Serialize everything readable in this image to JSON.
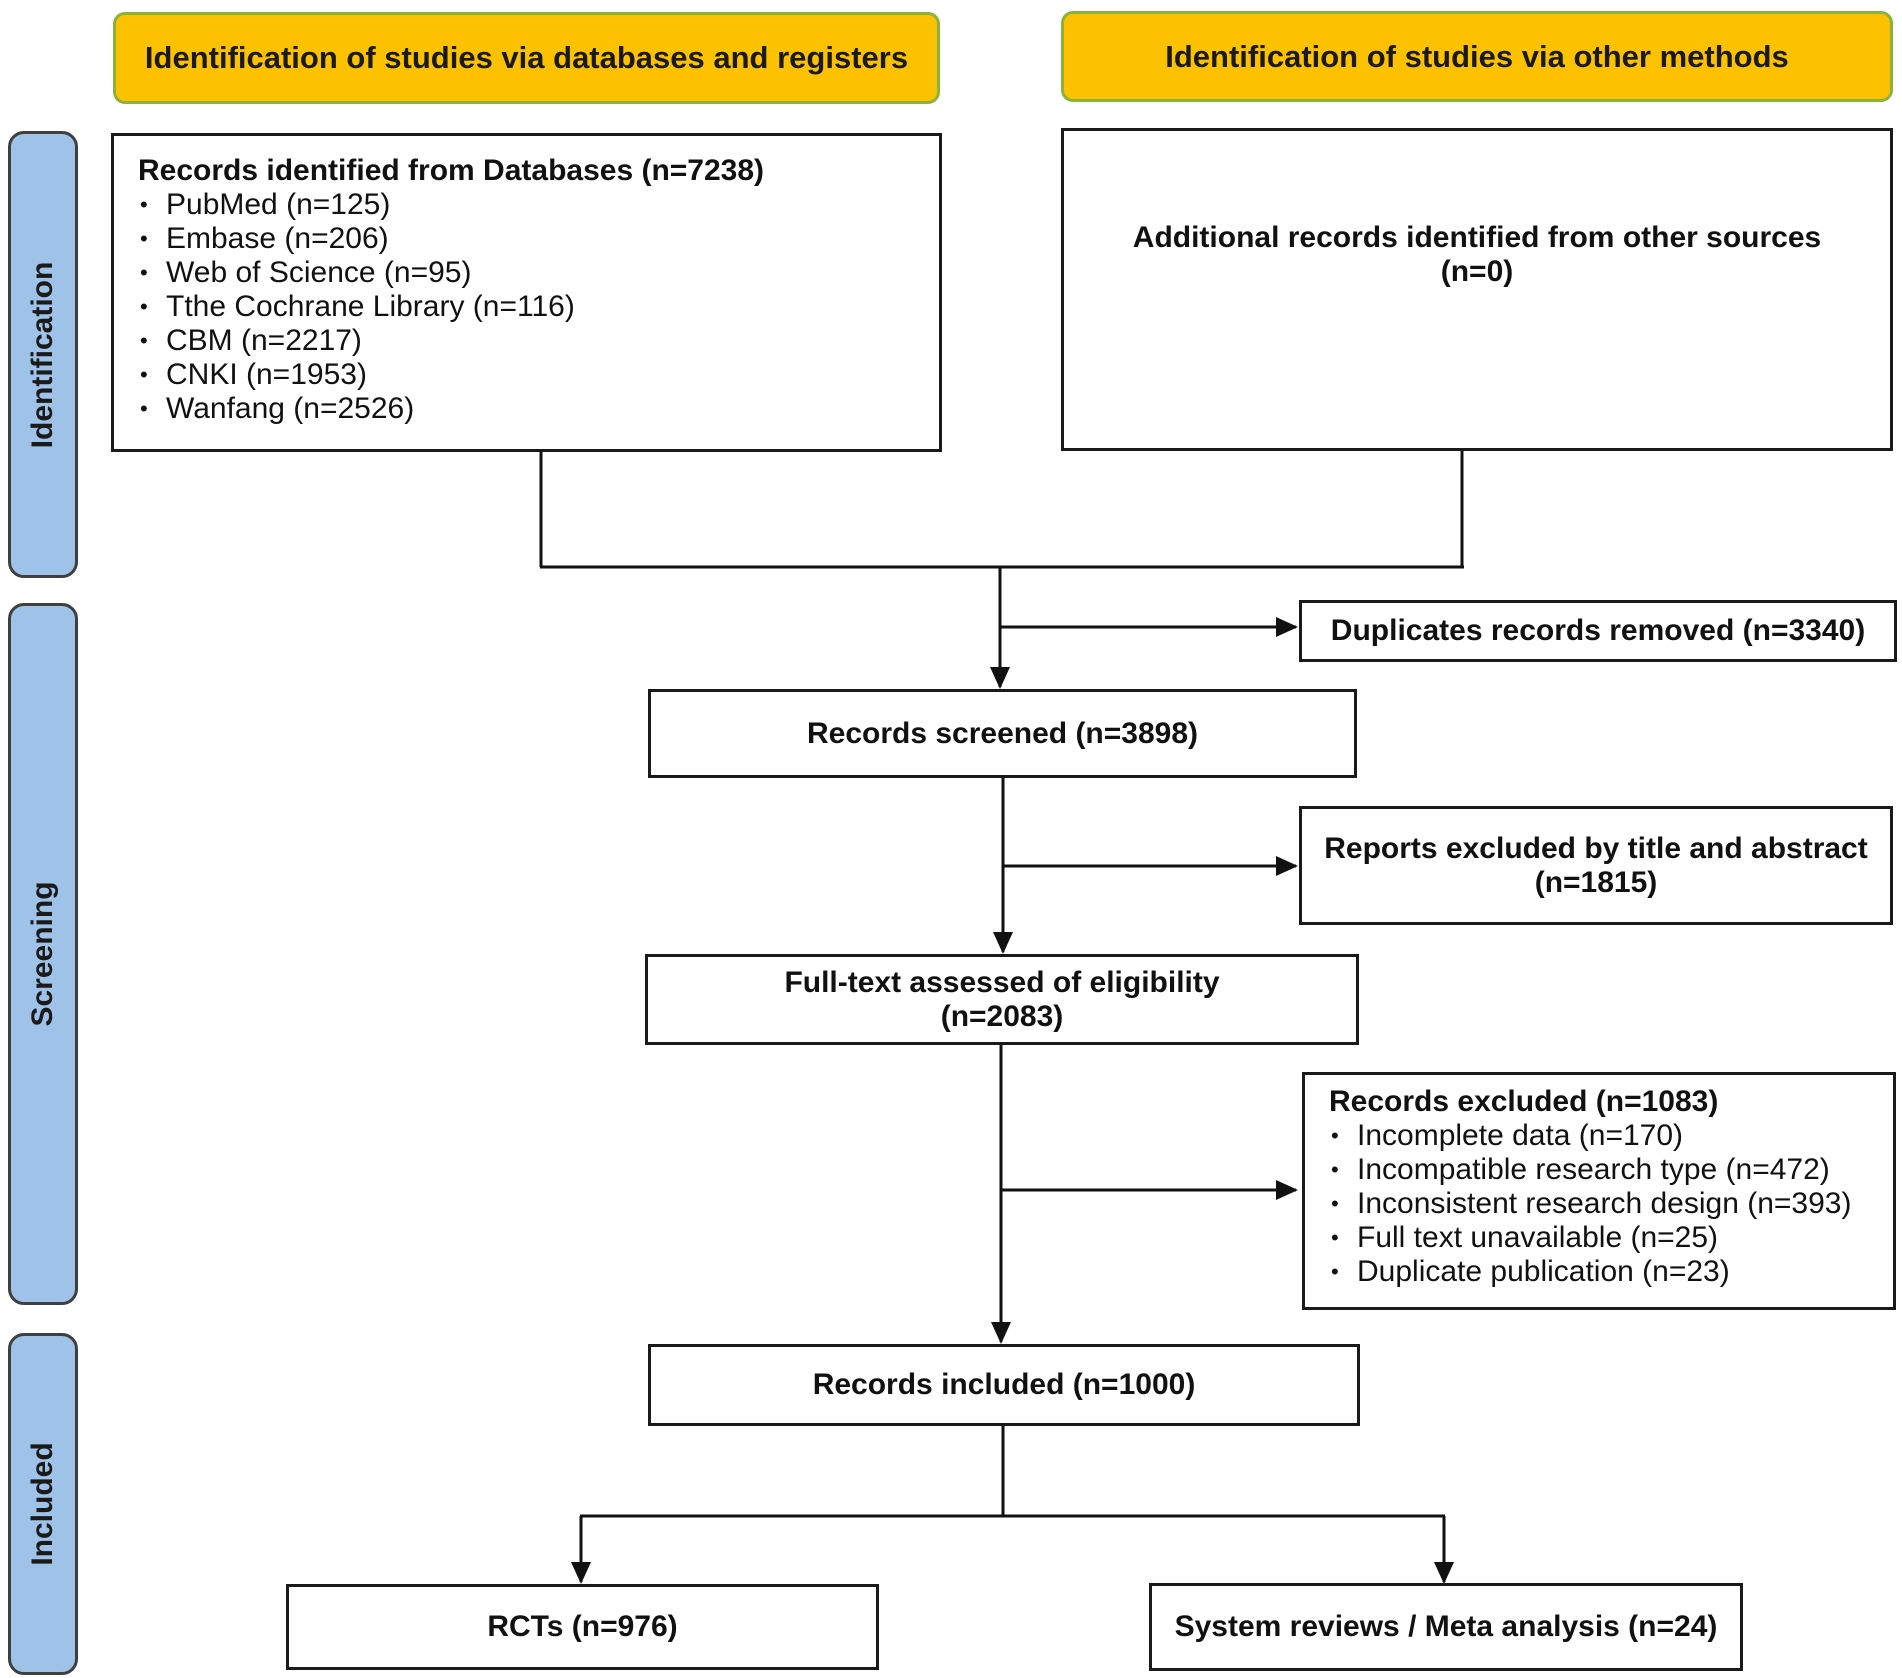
{
  "headers": {
    "databases": "Identification of studies via databases and registers",
    "other": "Identification of studies via other methods"
  },
  "phases": {
    "identification": "Identification",
    "screening": "Screening",
    "included": "Included"
  },
  "db_records": {
    "title": "Records identified from Databases (n=7238)",
    "items": [
      "PubMed (n=125)",
      "Embase (n=206)",
      "Web of Science (n=95)",
      "Tthe Cochrane Library (n=116)",
      "CBM (n=2217)",
      "CNKI (n=1953)",
      "Wanfang (n=2526)"
    ]
  },
  "other_records": {
    "line1": "Additional records identified from other sources",
    "line2": "(n=0)"
  },
  "duplicates": "Duplicates records removed (n=3340)",
  "screened": "Records screened (n=3898)",
  "excluded_title": {
    "line1": "Reports excluded by title and abstract",
    "line2": "(n=1815)"
  },
  "fulltext": {
    "line1": "Full-text assessed of eligibility",
    "line2": "(n=2083)"
  },
  "excluded": {
    "title": "Records excluded (n=1083)",
    "items": [
      "Incomplete data (n=170)",
      "Incompatible research type (n=472)",
      "Inconsistent research design (n=393)",
      "Full text unavailable (n=25)",
      "Duplicate publication (n=23)"
    ]
  },
  "included": "Records included (n=1000)",
  "rcts": "RCTs (n=976)",
  "reviews": "System reviews / Meta analysis (n=24)"
}
